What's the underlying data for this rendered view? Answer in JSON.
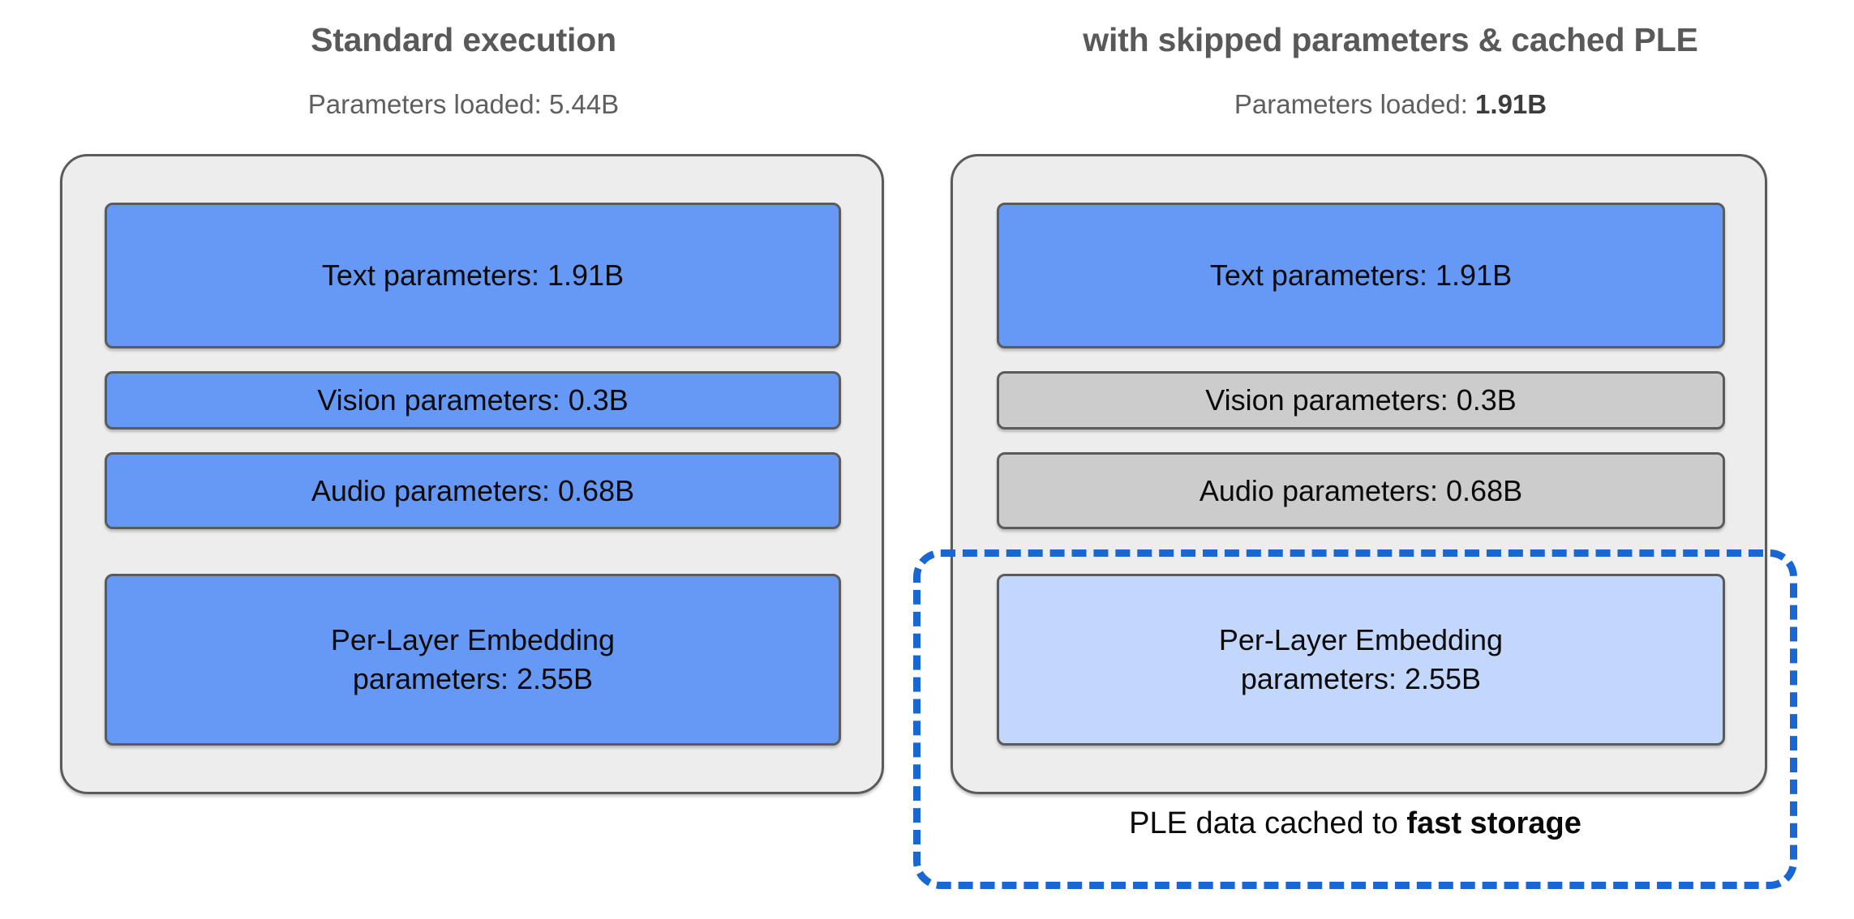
{
  "diagram": {
    "title_accent_color": "#1967d2",
    "columns": [
      {
        "id": "standard",
        "title": "Standard execution",
        "subtitle_prefix": "Parameters loaded: ",
        "subtitle_value": "5.44B",
        "subtitle_value_bold": false,
        "blocks": [
          {
            "label": "Text parameters: 1.91B",
            "name": "Text parameters",
            "value": "1.91B",
            "state": "loaded",
            "color": "#6699f5"
          },
          {
            "label": "Vision parameters: 0.3B",
            "name": "Vision parameters",
            "value": "0.3B",
            "state": "loaded",
            "color": "#6699f5"
          },
          {
            "label": "Audio parameters: 0.68B",
            "name": "Audio parameters",
            "value": "0.68B",
            "state": "loaded",
            "color": "#6699f5"
          },
          {
            "label_line1": "Per-Layer Embedding",
            "label_line2": "parameters: 2.55B",
            "name": "Per-Layer Embedding parameters",
            "value": "2.55B",
            "state": "loaded",
            "color": "#6699f5"
          }
        ]
      },
      {
        "id": "optimized",
        "title": "with skipped parameters & cached PLE",
        "subtitle_prefix": "Parameters loaded: ",
        "subtitle_value": "1.91B",
        "subtitle_value_bold": true,
        "blocks": [
          {
            "label": "Text parameters: 1.91B",
            "name": "Text parameters",
            "value": "1.91B",
            "state": "loaded",
            "color": "#6699f5"
          },
          {
            "label": "Vision parameters: 0.3B",
            "name": "Vision parameters",
            "value": "0.3B",
            "state": "skipped",
            "color": "#cccccc"
          },
          {
            "label": "Audio parameters: 0.68B",
            "name": "Audio parameters",
            "value": "0.68B",
            "state": "skipped",
            "color": "#cccccc"
          },
          {
            "label_line1": "Per-Layer Embedding",
            "label_line2": "parameters: 2.55B",
            "name": "Per-Layer Embedding parameters",
            "value": "2.55B",
            "state": "cached",
            "color": "#c3d7fc"
          }
        ]
      }
    ],
    "cache_region": {
      "caption_prefix": "PLE data cached to ",
      "caption_emphasis": "fast storage",
      "border_color": "#1967d2",
      "border_style": "dashed"
    }
  }
}
